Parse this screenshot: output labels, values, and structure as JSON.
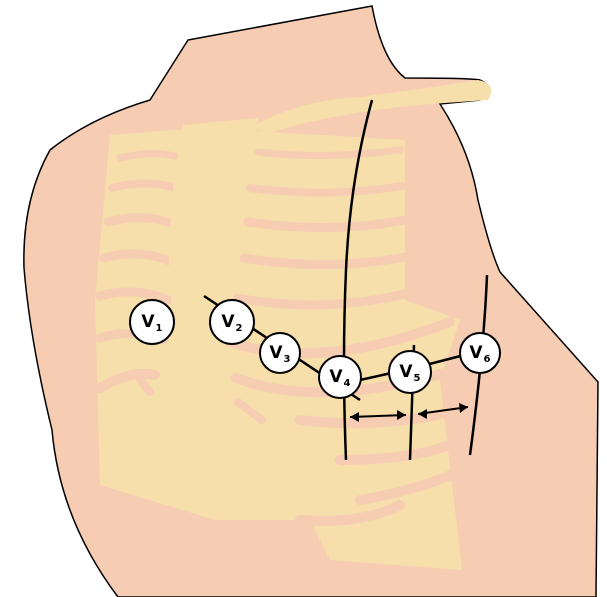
{
  "colors": {
    "skin": "#F6CDB3",
    "skin_outline": "#000000",
    "bone": "#F6DFAA",
    "line": "#000000",
    "electrode_fill": "#FFFFFF"
  },
  "electrodes": [
    {
      "id": "v1",
      "letter": "V",
      "sub": "1"
    },
    {
      "id": "v2",
      "letter": "V",
      "sub": "2"
    },
    {
      "id": "v3",
      "letter": "V",
      "sub": "3"
    },
    {
      "id": "v4",
      "letter": "V",
      "sub": "4"
    },
    {
      "id": "v5",
      "letter": "V",
      "sub": "5"
    },
    {
      "id": "v6",
      "letter": "V",
      "sub": "6"
    }
  ]
}
